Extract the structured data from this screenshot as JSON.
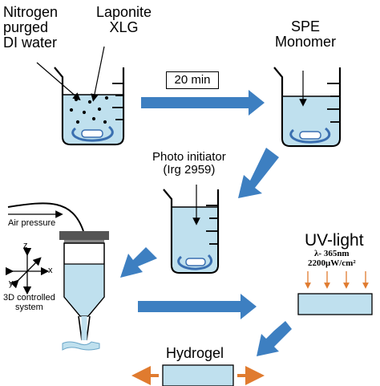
{
  "labels": {
    "nitrogen": [
      "Nitrogen",
      "purged",
      "DI water"
    ],
    "laponite": [
      "Laponite",
      "XLG"
    ],
    "duration": "20 min",
    "spe": [
      "SPE",
      "Monomer"
    ],
    "photo": [
      "Photo initiator",
      "(Irg 2959)"
    ],
    "air_pressure": "Air pressure",
    "axes": {
      "x": "x",
      "y": "y",
      "z": "z"
    },
    "controlled": [
      "3D controlled",
      "system"
    ],
    "uv_title": "UV-light",
    "uv_wavelength": "λ- 365nm",
    "uv_intensity": "2200μW/cm²",
    "hydrogel": "Hydrogel"
  },
  "colors": {
    "liquid": "#bfe0ee",
    "arrow": "#3d7fc1",
    "stir": "#3a6fb0",
    "orange": "#e07b2f",
    "dark": "#555555"
  }
}
